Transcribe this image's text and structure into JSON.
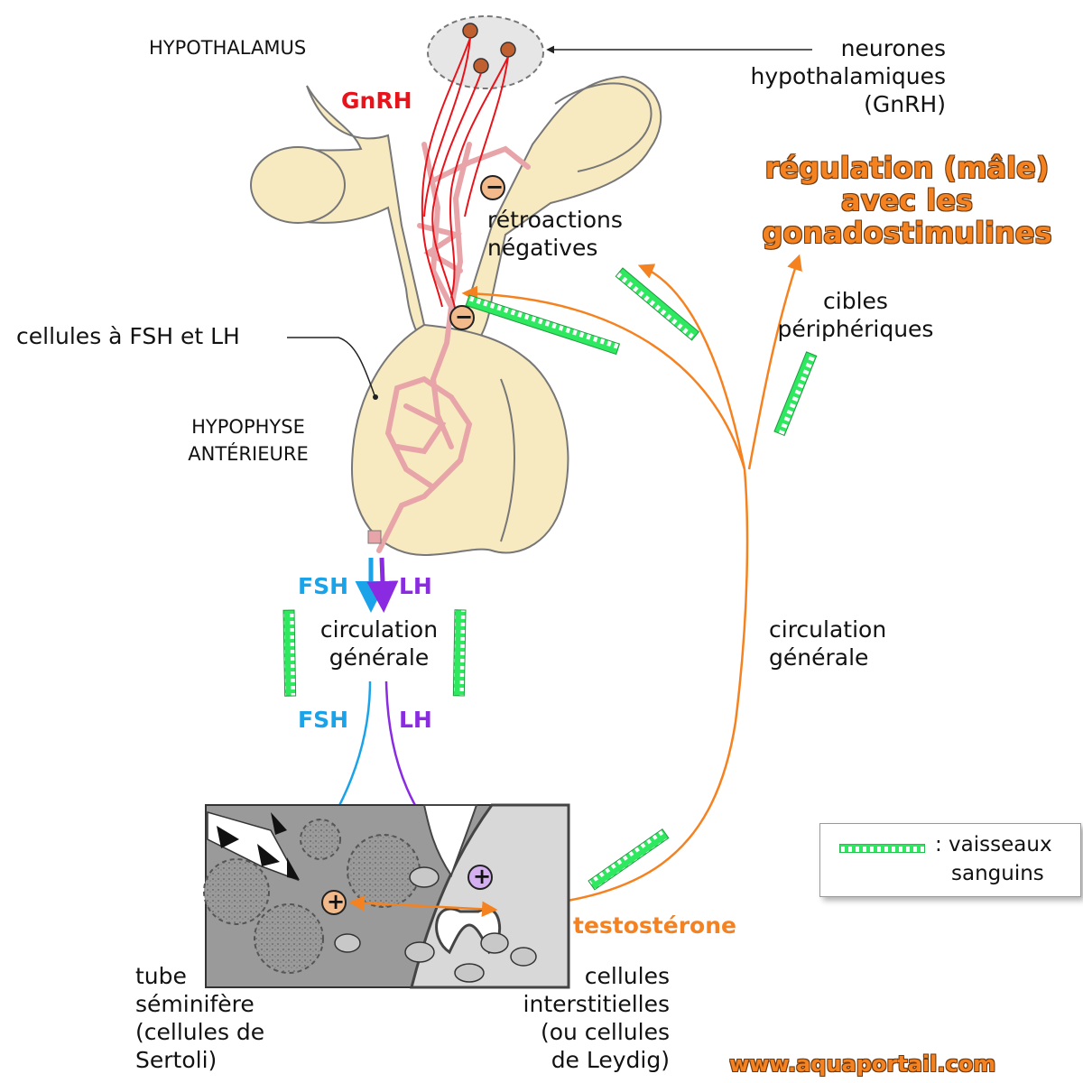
{
  "title": {
    "line1": "régulation (mâle)",
    "line2": "avec les",
    "line3": "gonadostimulines"
  },
  "labels": {
    "hypothalamus": "HYPOTHALAMUS",
    "neurons_line1": "neurones",
    "neurons_line2": "hypothalamiques",
    "neurons_line3": "(GnRH)",
    "gnrh": "GnRH",
    "feedback_line1": "rétroactions",
    "feedback_line2": "négatives",
    "fsh_lh_cells": "cellules à FSH et LH",
    "pituitary_line1": "HYPOPHYSE",
    "pituitary_line2": "ANTÉRIEURE",
    "targets_line1": "cibles",
    "targets_line2": "périphériques",
    "fsh_top": "FSH",
    "lh_top": "LH",
    "circulation_left_line1": "circulation",
    "circulation_left_line2": "générale",
    "circulation_right_line1": "circulation",
    "circulation_right_line2": "générale",
    "fsh_bottom": "FSH",
    "lh_bottom": "LH",
    "testosterone": "testostérone",
    "tube_line1": "tube",
    "tube_line2": "séminifère",
    "tube_line3": "(cellules de",
    "tube_line4": "Sertoli)",
    "interstitial_line1": "cellules",
    "interstitial_line2": "interstitielles",
    "interstitial_line3": "(ou cellules",
    "interstitial_line4": "de Leydig)",
    "minus_sign": "−",
    "plus_sign": "+"
  },
  "legend": {
    "line1": ": vaisseaux",
    "line2": "sanguins"
  },
  "watermark": "www.aquaportail.com",
  "colors": {
    "gnrh": "#e8141c",
    "fsh": "#1aa3e8",
    "lh": "#8a2be2",
    "testosterone": "#f58220",
    "vessel": "#2ee860",
    "tissue": "#f8eac0",
    "capillary": "#e8a5a9"
  }
}
